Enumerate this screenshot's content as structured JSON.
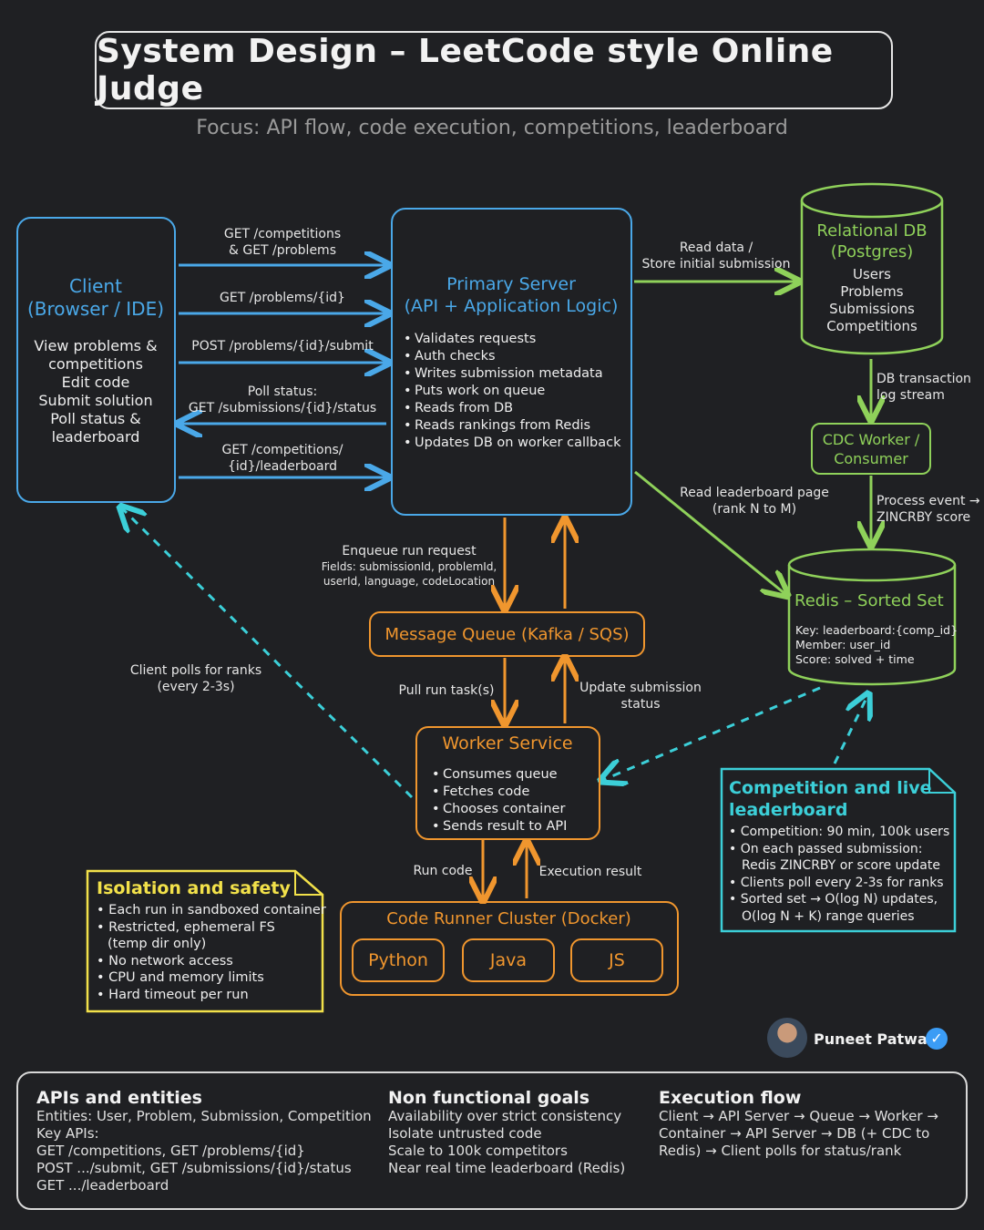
{
  "title": "System Design – LeetCode style Online Judge",
  "subtitle": "Focus: API flow, code execution, competitions, leaderboard",
  "client": {
    "title": "Client",
    "subtitle": "(Browser / IDE)",
    "lines": [
      "View problems &",
      "competitions",
      "Edit code",
      "Submit solution",
      "Poll status &",
      "leaderboard"
    ]
  },
  "primary": {
    "title": "Primary Server",
    "subtitle": "(API + Application Logic)",
    "bullets": [
      "Validates requests",
      "Auth checks",
      "Writes submission metadata",
      "Puts work on queue",
      "Reads from DB",
      "Reads rankings from Redis",
      "Updates DB on worker callback"
    ]
  },
  "db": {
    "title": "Relational DB",
    "subtitle": "(Postgres)",
    "items": [
      "Users",
      "Problems",
      "Submissions",
      "Competitions"
    ]
  },
  "cdc": {
    "line1": "CDC Worker /",
    "line2": "Consumer"
  },
  "redis": {
    "title": "Redis – Sorted Set",
    "key": "Key: leaderboard:{comp_id}",
    "member": "Member: user_id",
    "score": "Score: solved + time"
  },
  "queue": {
    "label": "Message Queue (Kafka / SQS)"
  },
  "worker": {
    "title": "Worker Service",
    "bullets": [
      "Consumes queue",
      "Fetches code",
      "Chooses container",
      "Sends result to API"
    ]
  },
  "runner": {
    "title": "Code Runner Cluster (Docker)",
    "langs": [
      "Python",
      "Java",
      "JS"
    ]
  },
  "edges": {
    "get_comp_1": "GET /competitions",
    "get_comp_2": "& GET /problems",
    "get_problem": "GET /problems/{id}",
    "post_submit": "POST /problems/{id}/submit",
    "poll_1": "Poll status:",
    "poll_2": "GET /submissions/{id}/status",
    "lb_1": "GET /competitions/",
    "lb_2": "{id}/leaderboard",
    "read_data_1": "Read data /",
    "read_data_2": "Store initial submission",
    "db_log_1": "DB transaction",
    "db_log_2": "log stream",
    "process_1": "Process event →",
    "process_2": "ZINCRBY score",
    "read_lb_1": "Read leaderboard page",
    "read_lb_2": "(rank N to M)",
    "enqueue_1": "Enqueue run request",
    "enqueue_2": "Fields: submissionId, problemId,",
    "enqueue_3": "userId, language, codeLocation",
    "pull": "Pull run task(s)",
    "update_1": "Update submission",
    "update_2": "status",
    "client_polls_1": "Client polls for ranks",
    "client_polls_2": "(every 2-3s)",
    "run_code": "Run code",
    "exec_result": "Execution result"
  },
  "isolation": {
    "title": "Isolation and safety",
    "bullets": [
      "Each run in sandboxed container",
      "Restricted, ephemeral FS",
      "(temp dir only)",
      "No network access",
      "CPU and memory limits",
      "Hard timeout per run"
    ]
  },
  "competition": {
    "title_1": "Competition and live",
    "title_2": "leaderboard",
    "bullets": [
      "Competition: 90 min, 100k users",
      "On each passed submission:",
      "Redis ZINCRBY or score update",
      "Clients poll every 2-3s for ranks",
      "Sorted set → O(log N) updates,",
      "O(log N + K) range queries"
    ]
  },
  "author": "Puneet Patwari",
  "bottom": {
    "apis_title": "APIs and entities",
    "apis_lines": [
      "Entities: User, Problem, Submission, Competition",
      "Key APIs:",
      "GET /competitions, GET /problems/{id}",
      "POST .../submit, GET /submissions/{id}/status",
      "GET .../leaderboard"
    ],
    "nfg_title": "Non functional goals",
    "nfg_lines": [
      "Availability over strict consistency",
      "Isolate untrusted code",
      "Scale to 100k competitors",
      "Near real time leaderboard (Redis)"
    ],
    "exec_title": "Execution flow",
    "exec_lines": [
      "Client → API Server → Queue → Worker →",
      "Container → API Server → DB (+ CDC to",
      "Redis) → Client polls for status/rank"
    ]
  },
  "colors": {
    "blue": "#4aa8e8",
    "green": "#8fd15a",
    "orange": "#f0962e",
    "yellow": "#f2e14a",
    "cyan": "#3ccfd8",
    "background": "#1f2023"
  }
}
